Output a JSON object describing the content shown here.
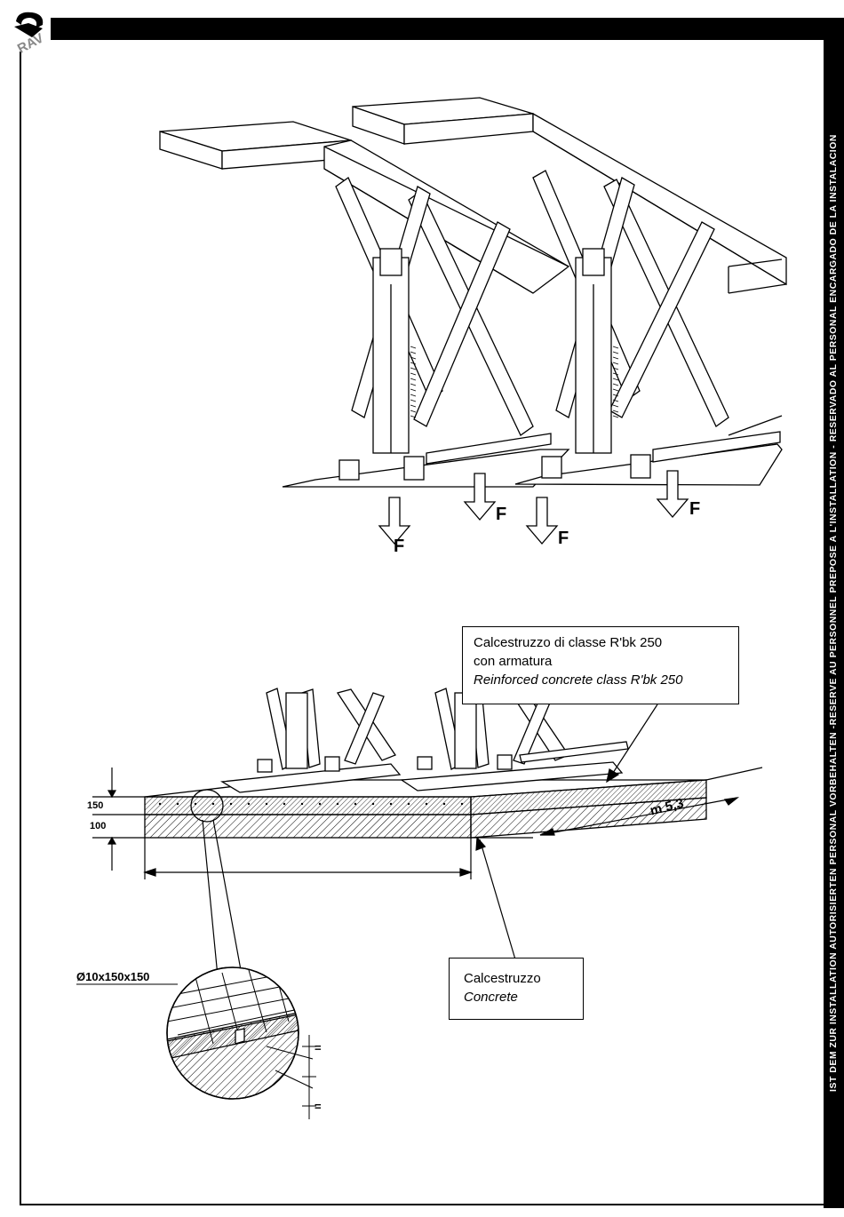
{
  "header": {
    "logo_text": "RAV",
    "side_text": "IST DEM ZUR INSTALLATION AUTORISIERTEN PERSONAL VORBEHALTEN -RESERVE AU PERSONNEL PREPOSE A L'INSTALLATION - RESERVADO AL PERSONAL ENCARGADO DE LA INSTALACION"
  },
  "forces": {
    "label": "F"
  },
  "callouts": {
    "reinforced": {
      "line1": "Calcestruzzo di classe R'bk 250",
      "line2": "con armatura",
      "line3": "Reinforced concrete class R'bk 250"
    },
    "concrete": {
      "line1": "Calcestruzzo",
      "line2": "Concrete"
    }
  },
  "dimensions": {
    "thickness_top": "150",
    "thickness_bottom": "100",
    "length": "m 5,3",
    "mesh": "Ø10x150x150",
    "equal_sign": "="
  }
}
